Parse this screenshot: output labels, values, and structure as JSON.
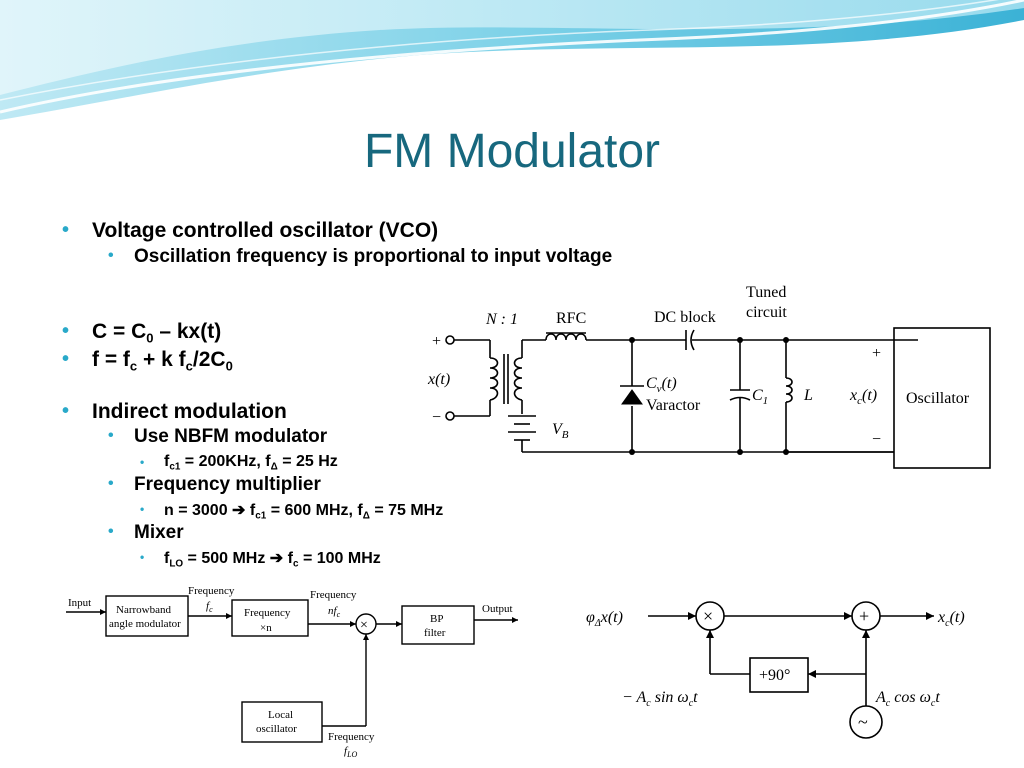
{
  "slide": {
    "title": "FM Modulator",
    "bullets": {
      "vco": "Voltage controlled oscillator (VCO)",
      "vco_sub": "Oscillation frequency is proportional to input voltage",
      "cap": {
        "a": "C = C",
        "sub0": "0",
        "b": " – kx(t)"
      },
      "freq": {
        "a": "f = f",
        "sub_c": "c",
        "b": " + k f",
        "sub_c2": "c",
        "c": "/2C",
        "sub0": "0"
      },
      "indirect": "Indirect modulation",
      "nbfm": "Use NBFM modulator",
      "nbfm_vals": {
        "a": "f",
        "sub_c1": "c1",
        "b": " = 200KHz, f",
        "sub_d": "Δ",
        "c": " = 25 Hz"
      },
      "multiplier": "Frequency multiplier",
      "mult_vals": {
        "a": "n = 3000 ",
        "arrow": "➔",
        "b": " f",
        "sub_c1": "c1",
        "c": " = 600 MHz, f",
        "sub_d": "Δ",
        "d": " = 75 MHz"
      },
      "mixer": "Mixer",
      "mixer_vals": {
        "a": "f",
        "sub_lo": "LO",
        "b": " = 500 MHz  ",
        "arrow": "➔",
        "c": " f",
        "sub_c": "c",
        "d": " = 100 MHz"
      }
    }
  },
  "circuit": {
    "ratio": "N : 1",
    "rfc": "RFC",
    "dc_block": "DC block",
    "tuned": "Tuned",
    "circuit_word": "circuit",
    "xt": "x(t)",
    "plus": "+",
    "minus": "−",
    "vb": "V",
    "vb_sub": "B",
    "cv": "C",
    "cv_sub": "v",
    "cv_arg": "(t)",
    "varactor": "Varactor",
    "c1": "C",
    "c1_sub": "1",
    "l": "L",
    "xc": "x",
    "xc_sub": "c",
    "xc_arg": "(t)",
    "oscillator": "Oscillator"
  },
  "block_diagram": {
    "input": "Input",
    "nb1": "Narrowband",
    "nb2": "angle modulator",
    "freq_label": "Frequency",
    "fc": "f",
    "fc_sub": "c",
    "mult1": "Frequency",
    "mult2": "×n",
    "freq_label2": "Frequency",
    "nfc": "nf",
    "nfc_sub": "c",
    "mixer_symbol": "×",
    "bp1": "BP",
    "bp2": "filter",
    "output": "Output",
    "lo1": "Local",
    "lo2": "oscillator",
    "freq_label3": "Frequency",
    "flo": "f",
    "flo_sub": "LO"
  },
  "nbfm_diagram": {
    "in_phi": "φ",
    "in_sub": "Δ",
    "in_x": "x(t)",
    "mult": "×",
    "add": "+",
    "out": "x",
    "out_sub": "c",
    "out_arg": "(t)",
    "shift": "+90°",
    "sin": "− A",
    "sin_sub": "c",
    "sin_b": " sin ω",
    "sin_sub2": "c",
    "sin_c": "t",
    "cos": "A",
    "cos_sub": "c",
    "cos_b": " cos ω",
    "cos_sub2": "c",
    "cos_c": "t",
    "source": "~"
  },
  "colors": {
    "title": "#17687e",
    "bullet": "#29a9c9",
    "banner_light": "#d7f1f8",
    "banner_mid": "#7fd2e8",
    "banner_dark": "#3bb2d6"
  }
}
